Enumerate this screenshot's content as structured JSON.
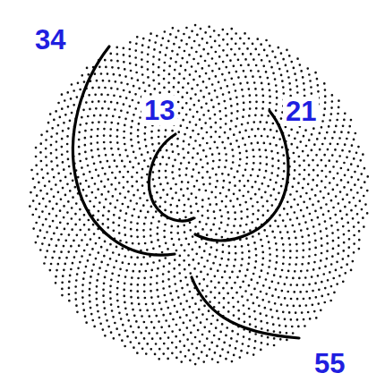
{
  "diagram": {
    "labels": [
      "34",
      "13",
      "21",
      "55"
    ]
  }
}
